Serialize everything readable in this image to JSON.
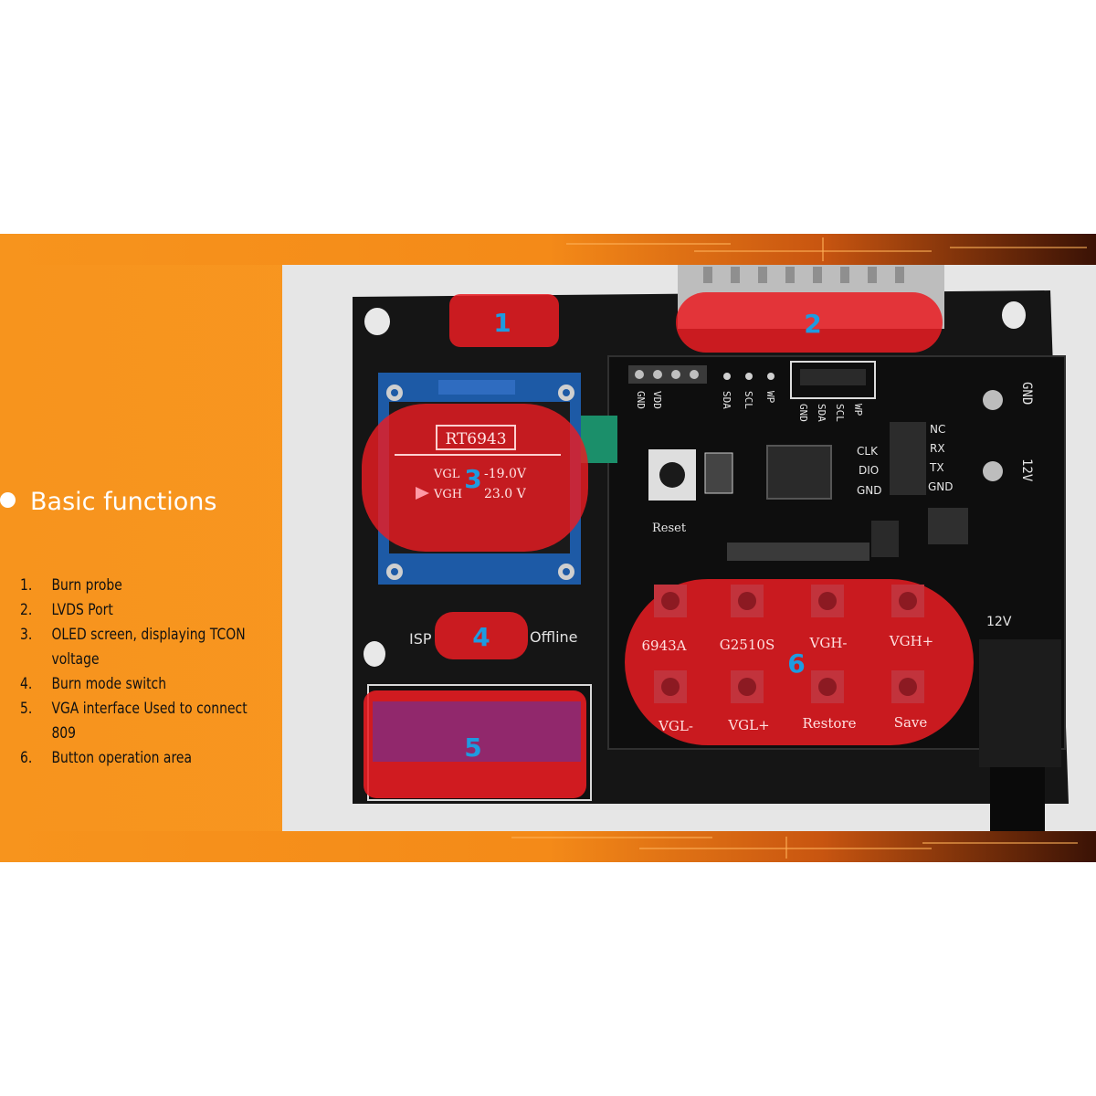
{
  "section_title": "Basic functions",
  "functions": [
    {
      "num": "1.",
      "text": "Burn probe"
    },
    {
      "num": "2.",
      "text": "LVDS Port"
    },
    {
      "num": "3.",
      "text": "OLED screen, displaying TCON voltage"
    },
    {
      "num": "4.",
      "text": "Burn mode switch"
    },
    {
      "num": "5.",
      "text": "VGA interface Used to connect 809"
    },
    {
      "num": "6.",
      "text": "Button operation area"
    }
  ],
  "board": {
    "callouts": [
      "1",
      "2",
      "3",
      "4",
      "5",
      "6"
    ],
    "oled": {
      "model": "RT6943",
      "line1_label": "VGL",
      "line1_value": "-19.0V",
      "line2_label": "VGH",
      "line2_value": "23.0 V"
    },
    "pins_left": [
      "VDD",
      "GND"
    ],
    "pins_i2c": [
      "SDA",
      "SCL",
      "WP"
    ],
    "pins_header": [
      "GND",
      "SDA",
      "SCL",
      "WP"
    ],
    "pins_side": [
      "CLK",
      "DIO",
      "GND"
    ],
    "pins_uart": [
      "NC",
      "RX",
      "TX",
      "GND"
    ],
    "power_labels": [
      "GND",
      "12V"
    ],
    "power_jack_label": "12V",
    "reset_label": "Reset",
    "mode_left": "ISP",
    "mode_right": "Offline",
    "buttons_row1": [
      "6943A",
      "G2510S",
      "VGH-",
      "VGH+"
    ],
    "buttons_row2": [
      "VGL-",
      "VGL+",
      "Restore",
      "Save"
    ]
  },
  "colors": {
    "orange": "#f7941d",
    "highlight_red": "#e8141e",
    "callout_blue": "#1e9be0",
    "board_black": "#151515"
  }
}
